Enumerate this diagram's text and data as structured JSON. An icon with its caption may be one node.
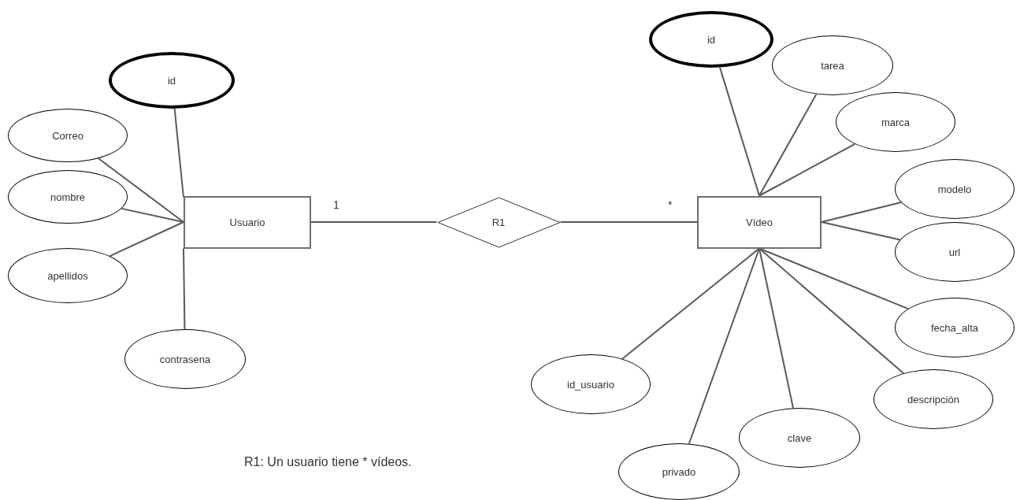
{
  "diagram": {
    "nodes": [
      {
        "text": [
          "Usuario"
        ]
      },
      {
        "text": [
          "R1"
        ]
      },
      {
        "text": [
          "Vídeo"
        ]
      },
      {
        "text": [
          "id"
        ]
      },
      {
        "text": [
          "Correo"
        ]
      },
      {
        "text": [
          "nombre"
        ]
      },
      {
        "text": [
          "apellidos"
        ]
      },
      {
        "text": [
          "contrasena"
        ]
      },
      {
        "text": [
          "id"
        ]
      },
      {
        "text": [
          "tarea"
        ]
      },
      {
        "text": [
          "marca"
        ]
      },
      {
        "text": [
          "modelo"
        ]
      },
      {
        "text": [
          "url"
        ]
      },
      {
        "text": [
          "fecha_alta"
        ]
      },
      {
        "text": [
          "descripción"
        ]
      },
      {
        "text": [
          "id_usuario"
        ]
      },
      {
        "text": [
          "clave"
        ]
      },
      {
        "text": [
          "privado"
        ]
      }
    ],
    "edges": [
      {
        "from": 0,
        "to": 1,
        "arrow": "none"
      },
      {
        "from": 1,
        "to": 2,
        "arrow": "none"
      },
      {
        "from": 0,
        "to": 3,
        "arrow": "none"
      },
      {
        "from": 0,
        "to": 4,
        "arrow": "none"
      },
      {
        "from": 0,
        "to": 5,
        "arrow": "none"
      },
      {
        "from": 0,
        "to": 6,
        "arrow": "none"
      },
      {
        "from": 0,
        "to": 7,
        "arrow": "none"
      },
      {
        "from": 2,
        "to": 8,
        "arrow": "none"
      },
      {
        "from": 2,
        "to": 9,
        "arrow": "none"
      },
      {
        "from": 2,
        "to": 10,
        "arrow": "none"
      },
      {
        "from": 2,
        "to": 11,
        "arrow": "none"
      },
      {
        "from": 2,
        "to": 12,
        "arrow": "none"
      },
      {
        "from": 2,
        "to": 13,
        "arrow": "none"
      },
      {
        "from": 2,
        "to": 14,
        "arrow": "none"
      },
      {
        "from": 2,
        "to": 15,
        "arrow": "none"
      },
      {
        "from": 2,
        "to": 16,
        "arrow": "none"
      },
      {
        "from": 2,
        "to": 17,
        "arrow": "none"
      }
    ],
    "labels": [
      "1",
      "*",
      "R1: Un usuario tiene * vídeos."
    ]
  }
}
